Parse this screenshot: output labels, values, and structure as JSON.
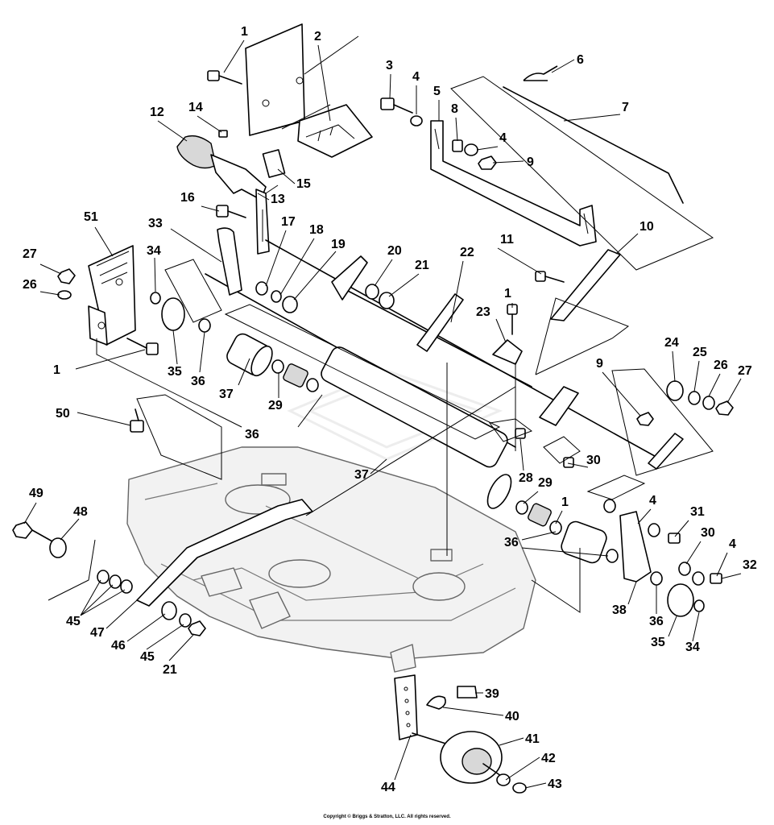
{
  "copyright": "Copyright © Briggs & Stratton, LLC. All rights reserved.",
  "part_labels": [
    "1",
    "2",
    "3",
    "4",
    "5",
    "6",
    "7",
    "8",
    "4",
    "9",
    "12",
    "14",
    "15",
    "13",
    "16",
    "17",
    "18",
    "19",
    "20",
    "21",
    "22",
    "11",
    "10",
    "51",
    "33",
    "34",
    "27",
    "26",
    "1",
    "23",
    "1",
    "35",
    "36",
    "37",
    "29",
    "24",
    "25",
    "26",
    "27",
    "9",
    "36",
    "50",
    "37",
    "28",
    "30",
    "29",
    "1",
    "4",
    "31",
    "30",
    "4",
    "32",
    "49",
    "48",
    "36",
    "36",
    "45",
    "47",
    "46",
    "45",
    "21",
    "38",
    "36",
    "35",
    "34",
    "39",
    "40",
    "41",
    "44",
    "42",
    "43"
  ]
}
